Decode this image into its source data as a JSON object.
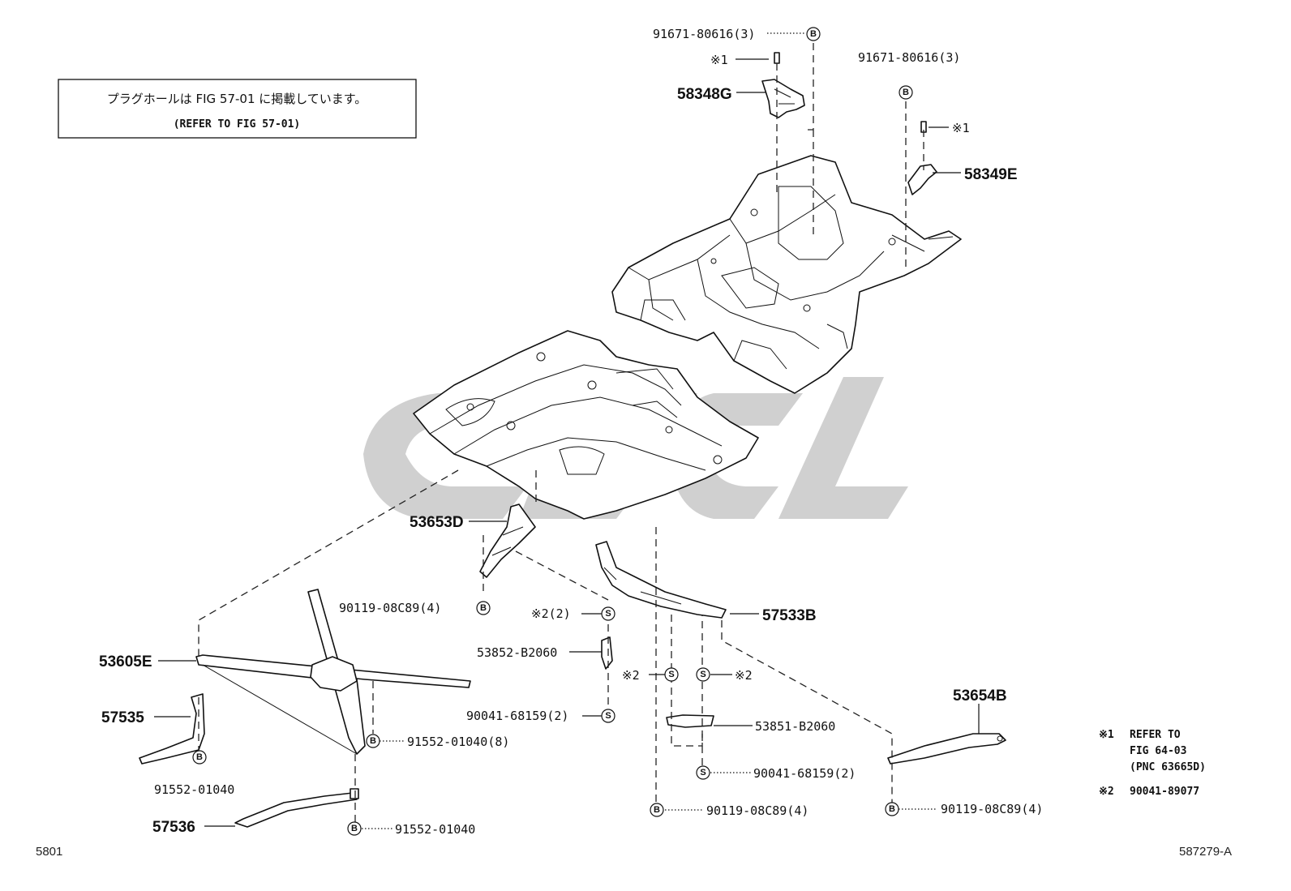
{
  "note": {
    "jp": "プラグホールは FIG 57-01 に掲載しています。",
    "en": "(REFER TO FIG 57-01)"
  },
  "parts": {
    "p58348G": "58348G",
    "p58349E": "58349E",
    "p53653D": "53653D",
    "p57533B": "57533B",
    "p53605E": "53605E",
    "p57535": "57535",
    "p57536": "57536",
    "p53654B": "53654B"
  },
  "fasteners": {
    "f_top1": "91671-80616(3)",
    "f_top2": "91671-80616(3)",
    "f_90119_a": "90119-08C89(4)",
    "f_x2_2": "※2(2)",
    "f_53852": "53852-B2060",
    "f_90041_a": "90041-68159(2)",
    "f_x2_left": "※2",
    "f_x2_right": "※2",
    "f_53851": "53851-B2060",
    "f_90041_b": "90041-68159(2)",
    "f_90119_b": "90119-08C89(4)",
    "f_90119_c": "90119-08C89(4)",
    "f_91552_8": "91552-01040(8)",
    "f_91552_a": "91552-01040",
    "f_91552_b": "91552-01040",
    "x1_a": "※1",
    "x1_b": "※1"
  },
  "symbols": {
    "bolt": "B",
    "screw": "S"
  },
  "legend": {
    "x1_mark": "※1",
    "x1_line1": "REFER TO",
    "x1_line2": "FIG 64-03",
    "x1_line3": "(PNC 63665D)",
    "x2_mark": "※2",
    "x2_text": "90041-89077"
  },
  "corner": {
    "fig": "5801",
    "id": "587279-A"
  },
  "colors": {
    "watermark": "#c8c8c8",
    "line": "#111111"
  }
}
